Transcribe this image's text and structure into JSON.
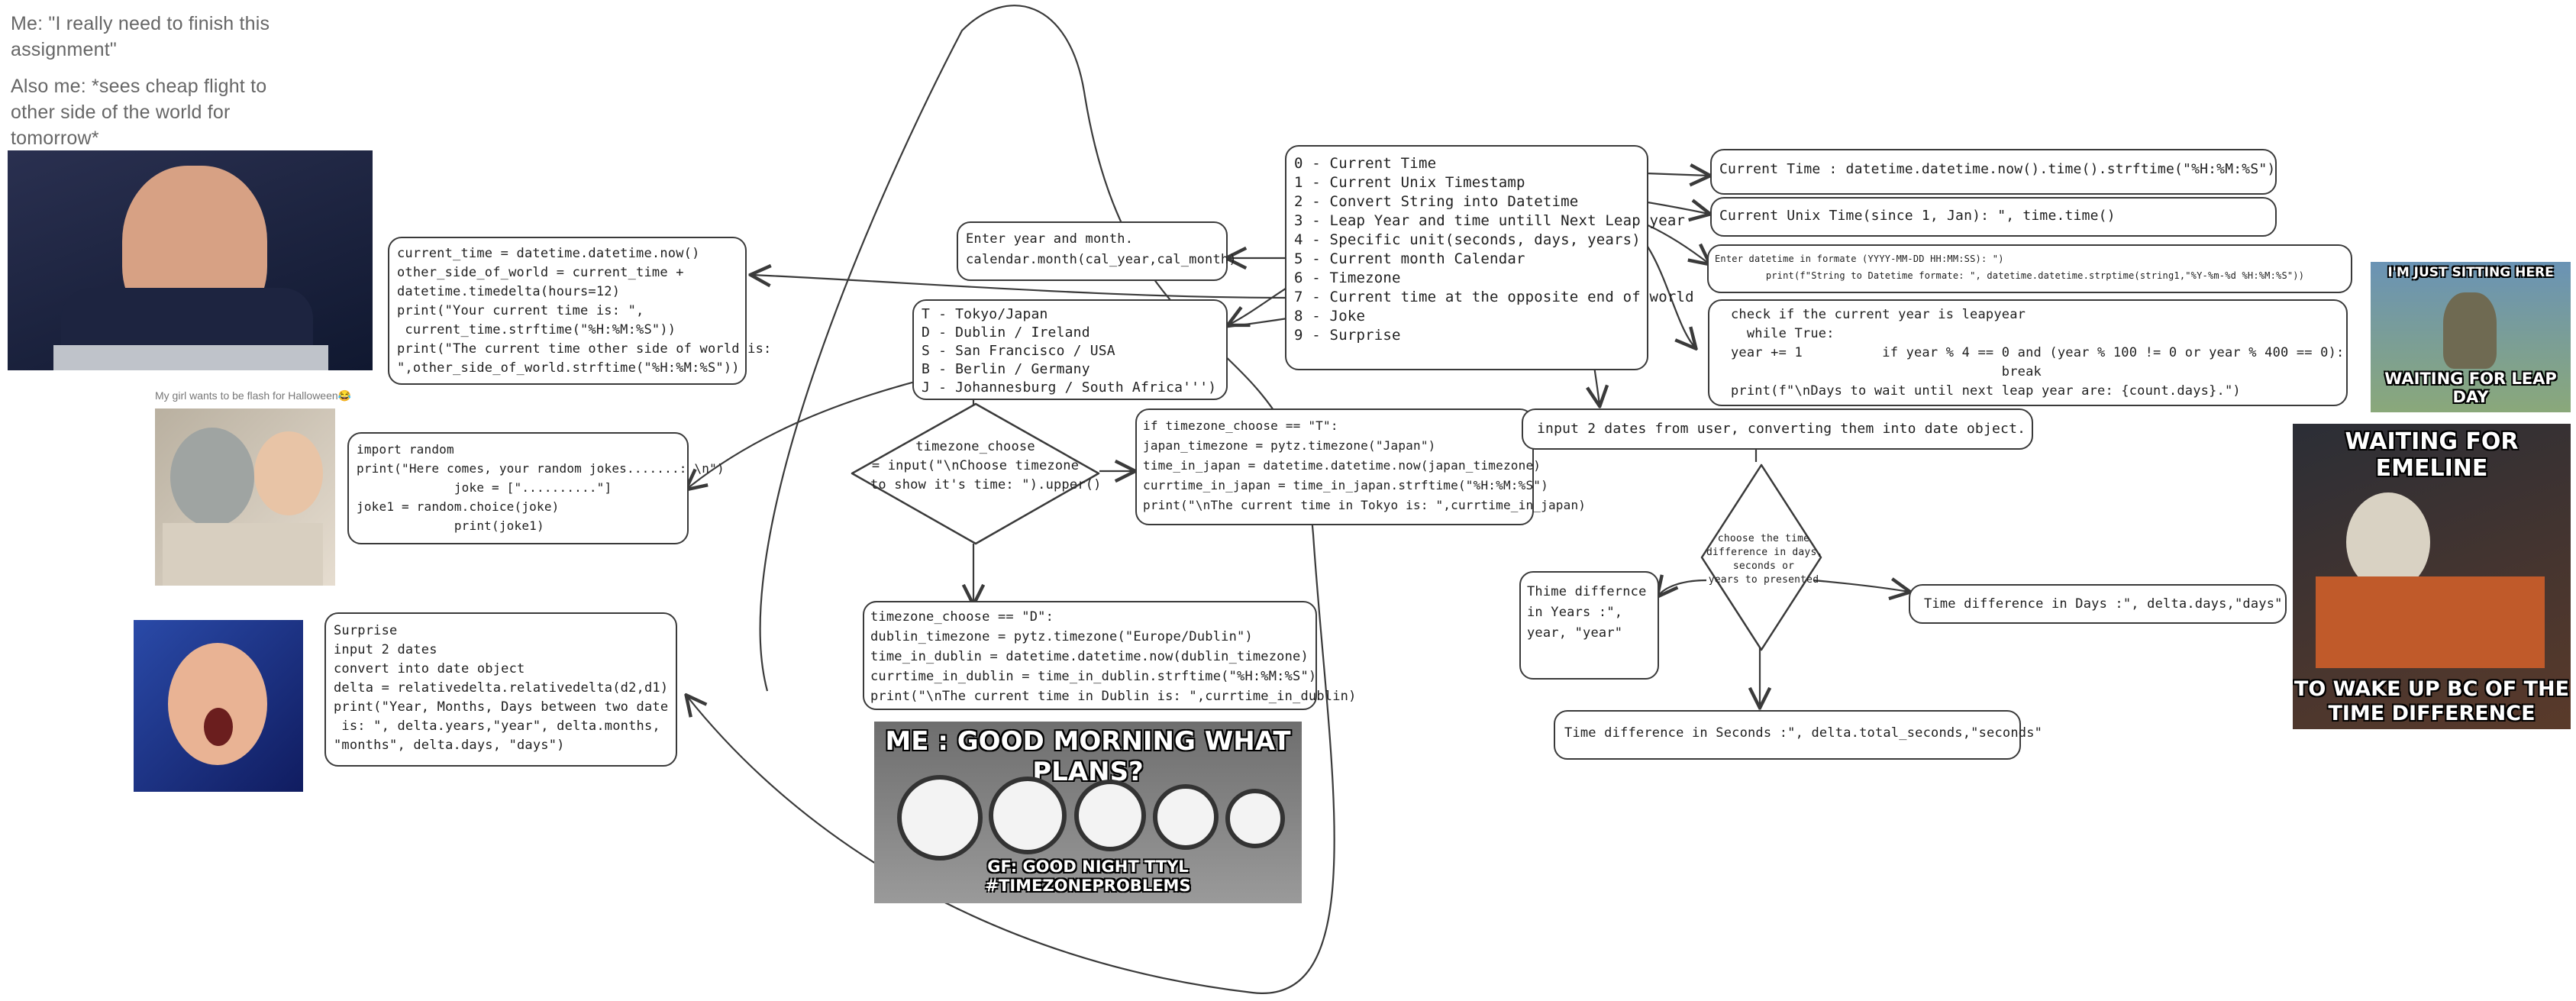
{
  "notes": {
    "top": [
      "Me: \"I really need to finish this assignment\"",
      "Also me: *sees cheap flight to other side of the world for tomorrow*"
    ],
    "halloween": "My girl wants to be flash for Halloween😂"
  },
  "menu": {
    "lines": [
      "0 - Current Time",
      "1 - Current Unix Timestamp",
      "2 - Convert String into Datetime",
      "3 - Leap Year and time untill Next Leap year",
      "4 - Specific unit(seconds, days, years)",
      "5 - Current month Calendar",
      "6 - Timezone",
      "7 - Current time at the opposite end of world",
      "8 - Joke",
      "9 - Surprise"
    ]
  },
  "calendar_box": {
    "lines": [
      "Enter year and month.",
      "calendar.month(cal_year,cal_month)"
    ]
  },
  "opposite_box": {
    "lines": [
      "current_time = datetime.datetime.now()",
      "other_side_of_world = current_time +",
      "datetime.timedelta(hours=12)",
      "print(\"Your current time is: \",",
      " current_time.strftime(\"%H:%M:%S\"))",
      "print(\"The current time other side of world is:",
      "\",other_side_of_world.strftime(\"%H:%M:%S\"))"
    ]
  },
  "timezone_list": {
    "lines": [
      "T - Tokyo/Japan",
      "D - Dublin / Ireland",
      "S - San Francisco / USA",
      "B - Berlin / Germany",
      "J - Johannesburg / South Africa''')"
    ]
  },
  "joke_box": {
    "lines": [
      "import random",
      "print(\"Here comes, your random jokes.......: \\n\")",
      "             joke = [\"..........\"]",
      "joke1 = random.choice(joke)",
      "             print(joke1)"
    ]
  },
  "timezone_decision": {
    "lines": [
      "timezone_choose",
      "= input(\"\\nChoose timezone",
      "to show it's time: \").upper()"
    ]
  },
  "tokyo_box": {
    "lines": [
      "if timezone_choose == \"T\":",
      "japan_timezone = pytz.timezone(\"Japan\")",
      "time_in_japan = datetime.datetime.now(japan_timezone)",
      "currtime_in_japan = time_in_japan.strftime(\"%H:%M:%S\")",
      "print(\"\\nThe current time in Tokyo is: \",currtime_in_japan)"
    ]
  },
  "dublin_box": {
    "lines": [
      "timezone_choose == \"D\":",
      "dublin_timezone = pytz.timezone(\"Europe/Dublin\")",
      "time_in_dublin = datetime.datetime.now(dublin_timezone)",
      "currtime_in_dublin = time_in_dublin.strftime(\"%H:%M:%S\")",
      "print(\"\\nThe current time in Dublin is: \",currtime_in_dublin)"
    ]
  },
  "surprise_box": {
    "lines": [
      "Surprise",
      "input 2 dates",
      "convert into date object",
      "delta = relativedelta.relativedelta(d2,d1)",
      "print(\"Year, Months, Days between two date",
      " is: \", delta.years,\"year\", delta.months,",
      "\"months\", delta.days, \"days\")"
    ]
  },
  "current_time_box": {
    "text": "Current Time : datetime.datetime.now().time().strftime(\"%H:%M:%S\")"
  },
  "unix_box": {
    "text": "Current Unix Time(since 1, Jan): \", time.time()"
  },
  "string_box": {
    "lines": [
      "Enter datetime in formate (YYYY-MM-DD HH:MM:SS): \")",
      "         print(f\"String to Datetime formate: \", datetime.datetime.strptime(string1,\"%Y-%m-%d %H:%M:%S\"))"
    ]
  },
  "leap_box": {
    "lines": [
      "check if the current year is leapyear",
      "  while True:",
      "year += 1          if year % 4 == 0 and (year % 100 != 0 or year % 400 == 0):",
      "                                  break",
      "print(f\"\\nDays to wait until next leap year are: {count.days}.\")"
    ]
  },
  "input_dates_box": {
    "text": "input 2 dates from user, converting them into date object."
  },
  "units_decision": {
    "lines": [
      "choose the time",
      "difference in days,",
      "seconds or",
      "years to presented"
    ]
  },
  "years_box": {
    "lines": [
      "Thime differnce",
      "in Years :\",",
      "year, \"year\""
    ]
  },
  "days_box": {
    "text": "Time difference in Days :\", delta.days,\"days\""
  },
  "seconds_box": {
    "text": "Time difference in Seconds :\", delta.total_seconds,\"seconds\""
  },
  "memes": {
    "clocks": {
      "top": "ME : GOOD MORNING WHAT PLANS?",
      "bottom": [
        "GF: GOOD NIGHT TTYL",
        "#TIMEZONEPROBLEMS"
      ]
    },
    "leap_day": {
      "top": "I'M JUST SITTING HERE",
      "bottom": "WAITING FOR LEAP DAY"
    },
    "emeline": {
      "top": "WAITING FOR EMELINE",
      "bottom": [
        "TO WAKE UP BC OF THE",
        "TIME DIFFERENCE"
      ]
    }
  },
  "colors": {
    "ink": "#3a3a3a",
    "note_text": "#666666"
  }
}
